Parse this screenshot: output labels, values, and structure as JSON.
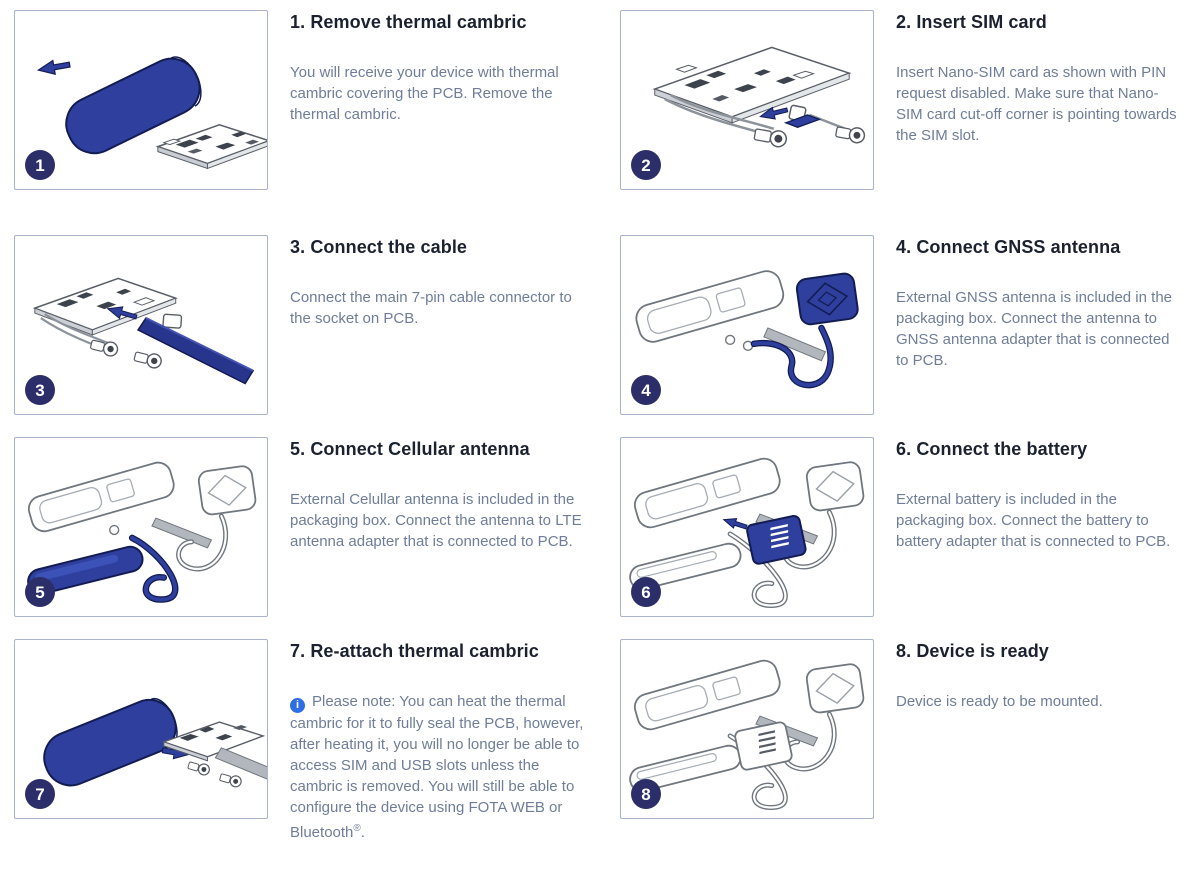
{
  "colors": {
    "accent_blue": "#2e3f9e",
    "accent_blue_dark": "#131c52",
    "badge_background": "#2b2e68",
    "badge_text": "#ffffff",
    "box_border": "#a9b4cb",
    "title_text": "#1c2130",
    "body_text": "#6f7d98",
    "info_icon_blue": "#2f6fe4"
  },
  "note_icon": {
    "name": "info-icon",
    "glyph": "i"
  },
  "steps": [
    {
      "number": "1",
      "title": "1. Remove thermal cambric",
      "description": "You will receive your device with thermal cambric covering the PCB. Remove the thermal cambric.",
      "illustration": "blue-thermal-cambric-sleeve-with-arrow-and-pcb"
    },
    {
      "number": "2",
      "title": "2. Insert SIM card",
      "description": "Insert Nano-SIM card as shown with PIN request disabled. Make sure that Nano-SIM card cut-off corner is pointing towards the SIM slot.",
      "illustration": "pcb-with-cables-and-blue-sim-card-arrow"
    },
    {
      "number": "3",
      "title": "3. Connect the cable",
      "description": "Connect the main 7-pin cable connector to the socket on PCB.",
      "illustration": "pcb-with-blue-ribbon-cable-and-arrow"
    },
    {
      "number": "4",
      "title": "4. Connect GNSS antenna",
      "description": "External GNSS antenna is included in the packaging box. Connect the antenna to GNSS antenna adapter that is connected to PCB.",
      "illustration": "device-with-blue-gnss-antenna-puck-and-cable-loop"
    },
    {
      "number": "5",
      "title": "5. Connect Cellular antenna",
      "description": "External Celullar antenna is included in the packaging box. Connect the antenna to LTE antenna adapter that is connected to PCB.",
      "illustration": "device-with-gnss-antenna-and-blue-cellular-antenna"
    },
    {
      "number": "6",
      "title": "6. Connect the battery",
      "description": "External battery is included in the packaging box. Connect the battery to battery adapter that is connected to PCB.",
      "illustration": "device-with-antennas-and-blue-battery-pack"
    },
    {
      "number": "7",
      "title": "7. Re-attach thermal cambric",
      "description": "Please note: You can heat the thermal cambric for it to fully seal the PCB, however, after heating it, you will no longer be able to access SIM and USB slots unless the cambric is removed. You will still be able to configure the device using FOTA WEB or Bluetooth",
      "description_sup": "®",
      "description_end": ".",
      "illustration": "blue-thermal-cambric-with-arrow-toward-pcb-assembly"
    },
    {
      "number": "8",
      "title": "8. Device is ready",
      "description": "Device is ready to be mounted.",
      "illustration": "fully-assembled-device-outline"
    }
  ]
}
